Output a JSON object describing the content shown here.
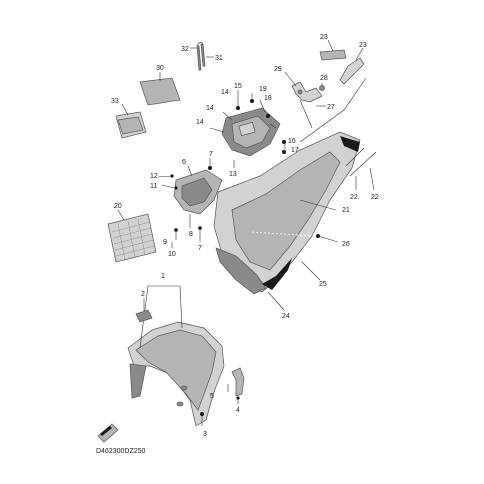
{
  "diagram_code": "D462300DZ250",
  "callouts": {
    "n1": "1",
    "n2": "2",
    "n3": "3",
    "n4": "4",
    "n5": "5",
    "n6": "6",
    "n7a": "7",
    "n7b": "7",
    "n8": "8",
    "n9": "9",
    "n10": "10",
    "n11": "11",
    "n12": "12",
    "n13": "13",
    "n14a": "14",
    "n14b": "14",
    "n14c": "14",
    "n15": "15",
    "n16": "16",
    "n17": "17",
    "n18": "18",
    "n19": "19",
    "n20": "20",
    "n21": "21",
    "n22a": "22",
    "n22b": "22",
    "n23a": "23",
    "n23b": "23",
    "n24": "24",
    "n25": "25",
    "n26": "26",
    "n27": "27",
    "n28": "28",
    "n29": "29",
    "n30": "30",
    "n31": "31",
    "n32": "32",
    "n33": "33"
  },
  "colors": {
    "part_fill": "#b5b5b5",
    "part_light": "#d2d2d2",
    "part_dark": "#8a8a8a",
    "line": "#333333"
  }
}
